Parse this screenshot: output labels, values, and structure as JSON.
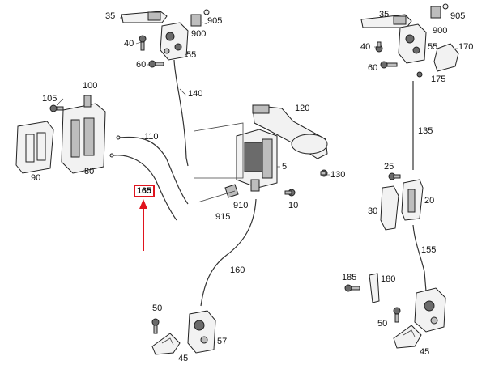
{
  "labels": {
    "l35a": "35",
    "l905a": "905",
    "l40a": "40",
    "l900a": "900",
    "l60a": "60",
    "l55a": "55",
    "l140": "140",
    "l100": "100",
    "l105": "105",
    "l110": "110",
    "l120": "120",
    "l90": "90",
    "l80": "80",
    "l5": "5",
    "l130": "130",
    "l165": "165",
    "l915": "915",
    "l910": "910",
    "l10": "10",
    "l160": "160",
    "l50a": "50",
    "l57": "57",
    "l45a": "45",
    "l35b": "35",
    "l905b": "905",
    "l40b": "40",
    "l900b": "900",
    "l55b": "55",
    "l170": "170",
    "l60b": "60",
    "l175": "175",
    "l135": "135",
    "l25": "25",
    "l20": "20",
    "l30": "30",
    "l155": "155",
    "l185": "185",
    "l180": "180",
    "l50b": "50",
    "l45b": "45"
  },
  "highlight": {
    "label": "165",
    "color": "#e0141e"
  }
}
